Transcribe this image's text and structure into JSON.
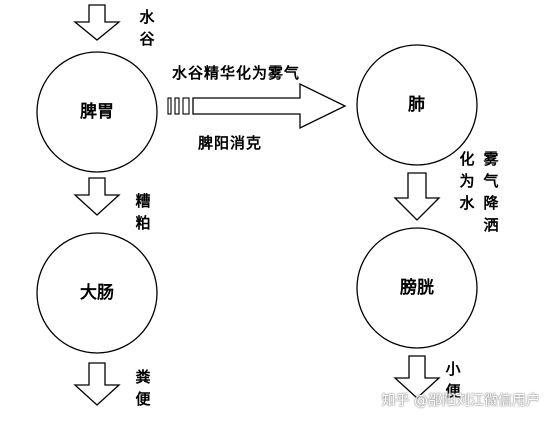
{
  "nodes": {
    "spleen_stomach": "脾胃",
    "lung": "肺",
    "large_intestine": "大肠",
    "bladder": "膀胱"
  },
  "edge_labels": {
    "input_water_grain": "水谷",
    "essence_to_mist": "水谷精华化为雾气",
    "spleen_yang_digest": "脾阳消克",
    "dregs": "糟粕",
    "mist_falls": "雾气降洒",
    "turns_to_water": "化为水",
    "feces": "粪便",
    "urine": "小便"
  },
  "watermark": "知乎 @邵阳刘江微信用户",
  "colors": {
    "stroke": "#000000",
    "fill": "#ffffff"
  }
}
